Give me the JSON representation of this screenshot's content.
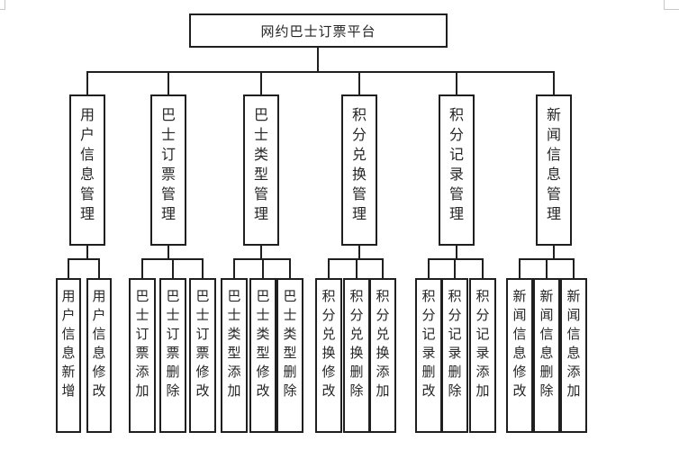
{
  "diagram": {
    "root": "网约巴士订票平台",
    "branches": [
      {
        "label": "用户信息管理",
        "children": [
          "用户信息新增",
          "用户信息修改"
        ]
      },
      {
        "label": "巴士订票管理",
        "children": [
          "巴士订票添加",
          "巴士订票删除",
          "巴士订票修改"
        ]
      },
      {
        "label": "巴士类型管理",
        "children": [
          "巴士类型添加",
          "巴士类型修改",
          "巴士类型删除"
        ]
      },
      {
        "label": "积分兑换管理",
        "children": [
          "积分兑换修改",
          "积分兑换删除",
          "积分兑换添加"
        ]
      },
      {
        "label": "积分记录管理",
        "children": [
          "积分记录删改",
          "积分记录删除",
          "积分记录添加"
        ]
      },
      {
        "label": "新闻信息管理",
        "children": [
          "新闻信息修改",
          "新闻信息删除",
          "新闻信息添加"
        ]
      }
    ],
    "colors": {
      "line": "#1f1f1f",
      "text": "#262626",
      "background": "#ffffff",
      "border_fragment": "#c4c8cc"
    }
  }
}
